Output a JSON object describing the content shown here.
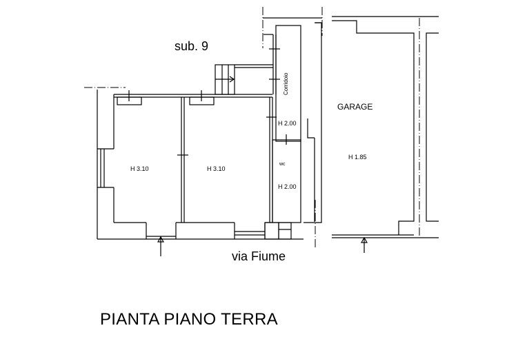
{
  "drawing": {
    "title": "PIANTA PIANO TERRA",
    "street_label": "via Fiume",
    "unit_label": "sub. 9",
    "rooms": [
      {
        "id": "room-left",
        "label": "H 3.10"
      },
      {
        "id": "room-center",
        "label": "H 3.10"
      },
      {
        "id": "corridor",
        "name": "Corridoio",
        "label": "H 2.00"
      },
      {
        "id": "wc",
        "name": "wc",
        "label": "H 2.00"
      },
      {
        "id": "garage",
        "name": "GARAGE",
        "label": "H 1.85"
      }
    ],
    "colors": {
      "line": "#000000",
      "background": "#ffffff"
    }
  }
}
